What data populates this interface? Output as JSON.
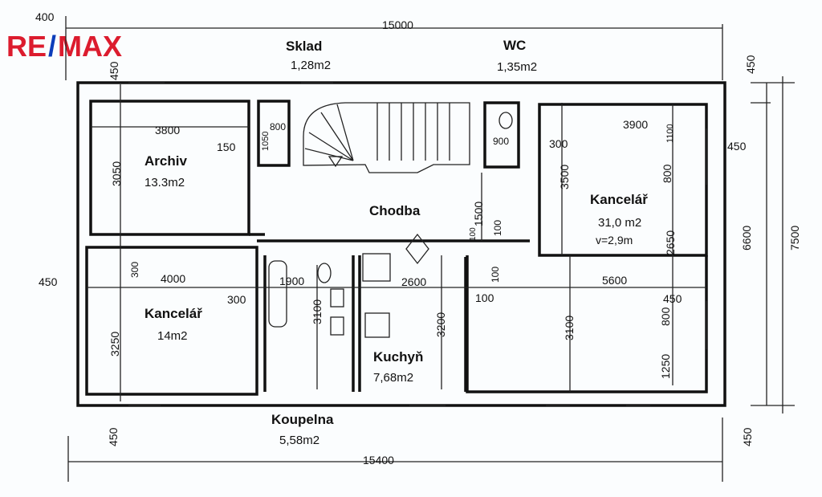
{
  "logo": {
    "text_left": "RE",
    "slash": "/",
    "text_right": "MAX",
    "red": "#dc1c2e",
    "blue": "#0b3dba"
  },
  "rooms": [
    {
      "name": "Sklad",
      "area": "1,28m2"
    },
    {
      "name": "WC",
      "area": "1,35m2"
    },
    {
      "name": "Archiv",
      "area": "13.3m2"
    },
    {
      "name": "Chodba"
    },
    {
      "name": "Kancelář",
      "area": "31,0 m2",
      "note": "v=2,9m"
    },
    {
      "name": "Kancelář",
      "area": "14m2"
    },
    {
      "name": "Kuchyň",
      "area": "7,68m2"
    },
    {
      "name": "Koupelna",
      "area": "5,58m2"
    }
  ],
  "dims": [
    "400",
    "15000",
    "450",
    "450",
    "3800",
    "150",
    "3050",
    "1050",
    "800",
    "900",
    "300",
    "3900",
    "1100",
    "450",
    "3500",
    "800",
    "1500",
    "100",
    "100",
    "2650",
    "6600",
    "7500",
    "450",
    "300",
    "4000",
    "1900",
    "2600",
    "100",
    "5600",
    "300",
    "100",
    "450",
    "3250",
    "3100",
    "3200",
    "3100",
    "800",
    "1250",
    "450",
    "15400",
    "450"
  ]
}
